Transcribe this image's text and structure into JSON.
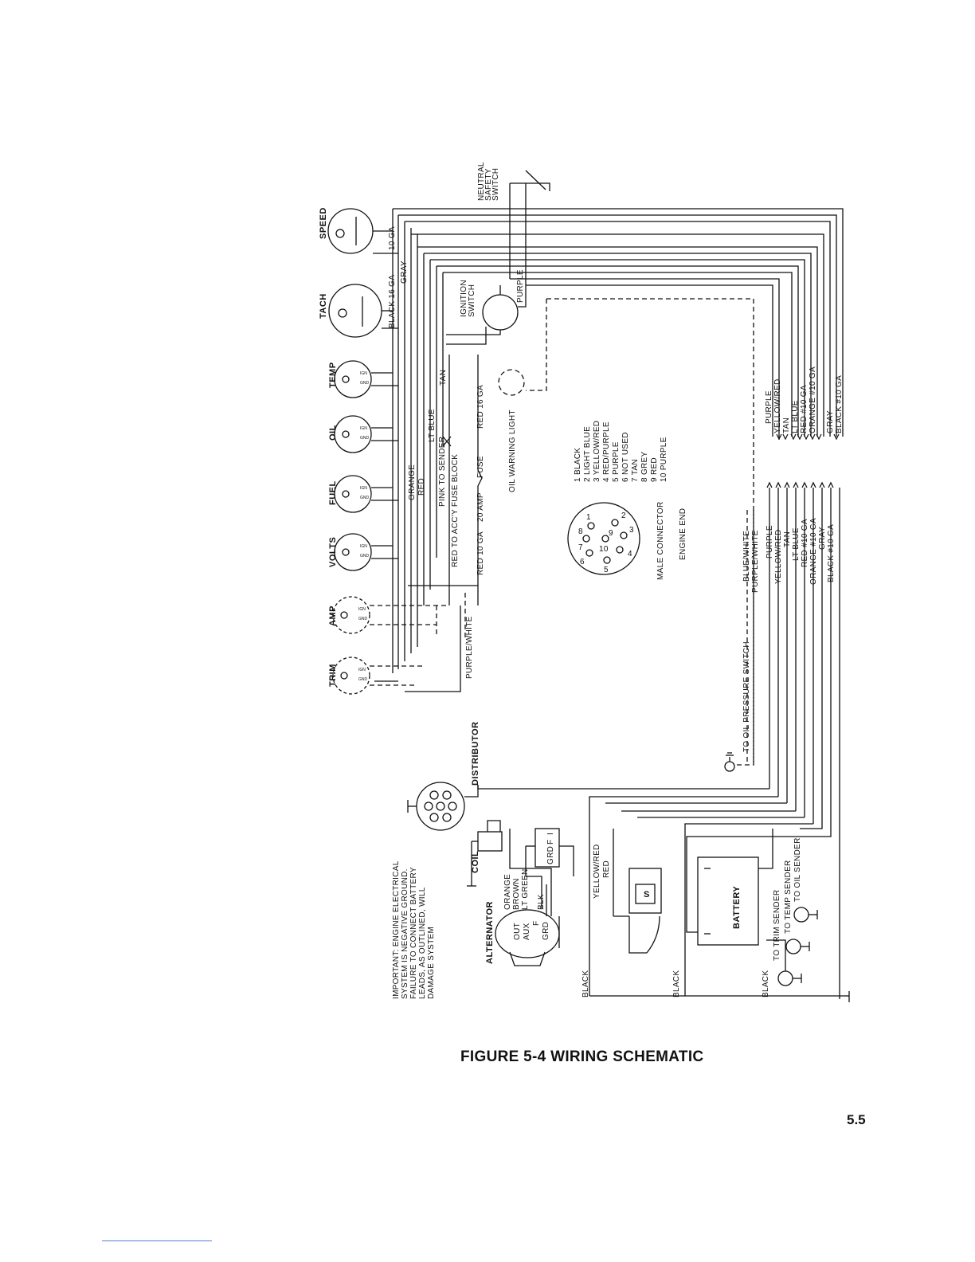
{
  "figure_caption": "FIGURE 5-4 WIRING SCHEMATIC",
  "page_number": "5.5",
  "gauges": [
    "SPEED",
    "TACH",
    "TEMP",
    "OIL",
    "FUEL",
    "VOLTS",
    "AMP",
    "TRIM"
  ],
  "switches": {
    "neutral_safety": "NEUTRAL SAFETY SWITCH",
    "ignition": "IGNITION SWITCH"
  },
  "oil_warning_light": "OIL WARNING LIGHT",
  "fuse": "FUSE",
  "twenty_amp": "20 AMP",
  "connector": {
    "title": "MALE CONNECTOR",
    "subtitle": "ENGINE END",
    "pin_numbers": [
      "1",
      "2",
      "3",
      "4",
      "5",
      "6",
      "7",
      "8",
      "9",
      "10"
    ],
    "pins": [
      "1 BLACK",
      "2 LIGHT BLUE",
      "3 YELLOW/RED",
      "4 RED/PURPLE",
      "5 PURPLE",
      "6 NOT USED",
      "7 TAN",
      "8 GREY",
      "9 RED",
      "10 PURPLE"
    ]
  },
  "components": {
    "distributor": "DISTRIBUTOR",
    "coil": "COIL",
    "alternator": "ALTERNATOR",
    "battery": "BATTERY",
    "starter_solenoid": "S",
    "regulator_f": "F",
    "regulator_grd": "GRD",
    "regulator_i": "I"
  },
  "alternator_terminals": [
    "OUT",
    "AUX",
    "F",
    "GRD"
  ],
  "gauge_wires": {
    "black_16": "BLACK  16 GA",
    "gray": "GRAY",
    "ten_ga": "10 GA",
    "orange": "ORANGE",
    "red": "RED",
    "lt_blue": "LT BLUE",
    "tan": "TAN",
    "pink_sender": "PINK TO SENDER",
    "red_accy": "RED TO ACC'Y FUSE BLOCK",
    "red_10": "RED 10 GA",
    "red_16": "RED 16 GA",
    "purple_white": "PURPLE/WHITE",
    "purple": "PURPLE"
  },
  "harness_upper": [
    "PURPLE",
    "YELLOW/RED",
    "TAN",
    "LT BLUE",
    "RED #10 GA",
    "ORANGE #10 GA",
    "GRAY",
    "BLACK #10 GA"
  ],
  "harness_lower": [
    "BLUE/WHITE",
    "PURPLE/WHITE",
    "PURPLE",
    "YELLOW/RED",
    "TAN",
    "LT BLUE",
    "RED #10 GA",
    "ORANGE #10 GA",
    "GRAY",
    "BLACK #10 GA"
  ],
  "engine_wires": {
    "to_oil_pressure": "TO OIL PRESSURE SWITCH",
    "to_trim_sender": "TO TRIM SENDER",
    "to_temp_sender": "TO TEMP SENDER",
    "to_oil_sender": "TO OIL SENDER",
    "black": "BLACK",
    "yellow_red": "YELLOW/RED",
    "red": "RED"
  },
  "alternator_wires": [
    "ORANGE",
    "BROWN",
    "LT GREEN",
    "BLK"
  ],
  "important_note": [
    "IMPORTANT: ENGINE ELECTRICAL",
    "SYSTEM IS NEGATIVE GROUND.",
    "FAILURE TO CONNECT BATTERY",
    "LEADS, AS OUTLINED, WILL",
    "DAMAGE SYSTEM"
  ]
}
